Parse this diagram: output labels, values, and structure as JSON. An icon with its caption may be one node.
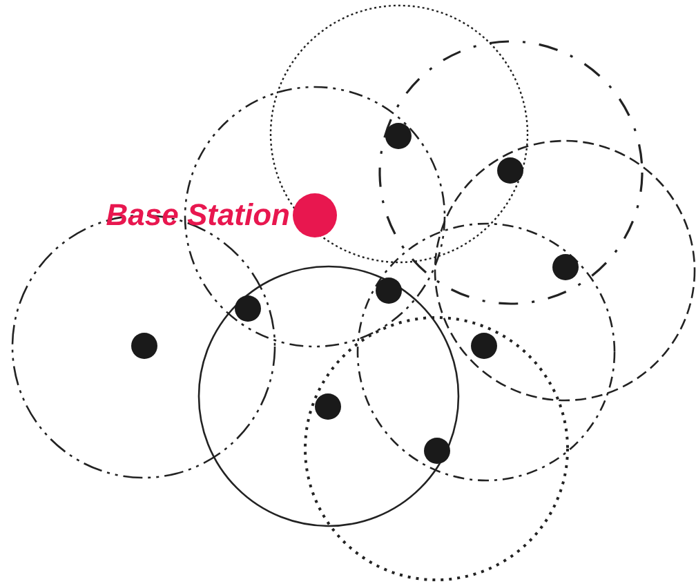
{
  "diagram": {
    "nodes": [
      {
        "text": [],
        "shape": "circle",
        "beside": [
          "Base Station"
        ]
      },
      {
        "text": [],
        "shape": "circle"
      },
      {
        "text": [],
        "shape": "circle"
      },
      {
        "text": [],
        "shape": "circle"
      },
      {
        "text": [],
        "shape": "circle"
      },
      {
        "text": [],
        "shape": "circle"
      },
      {
        "text": [],
        "shape": "circle"
      },
      {
        "text": [],
        "shape": "circle"
      },
      {
        "text": [],
        "shape": "circle"
      },
      {
        "text": [],
        "shape": "circle"
      }
    ]
  }
}
